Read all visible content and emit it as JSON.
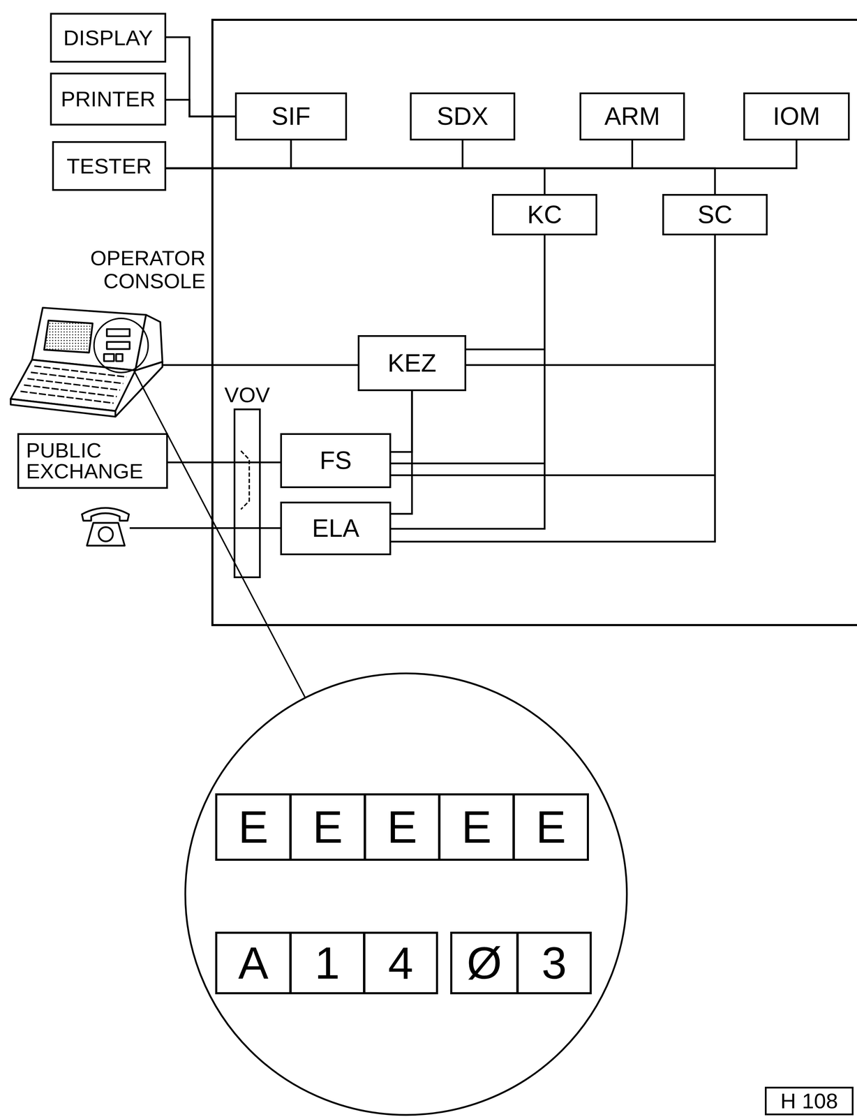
{
  "diagram": {
    "nodes": [
      {
        "text": [
          "DISPLAY"
        ]
      },
      {
        "text": [
          "PRINTER"
        ]
      },
      {
        "text": [
          "TESTER"
        ]
      },
      {
        "text": [
          "SIF"
        ]
      },
      {
        "text": [
          "SDX"
        ]
      },
      {
        "text": [
          "ARM"
        ]
      },
      {
        "text": [
          "IOM"
        ]
      },
      {
        "text": [
          "KC"
        ]
      },
      {
        "text": [
          "SC"
        ]
      },
      {
        "text": [
          "OPERATOR CONSOLE"
        ]
      },
      {
        "text": [
          "KEZ"
        ]
      },
      {
        "text": [
          "VOV"
        ]
      },
      {
        "text": [
          "PUBLIC EXCHANGE"
        ]
      },
      {
        "text": [
          "FS"
        ]
      },
      {
        "text": [
          "ELA"
        ]
      },
      {
        "text": [
          "E"
        ]
      },
      {
        "text": [
          "E"
        ]
      },
      {
        "text": [
          "E"
        ]
      },
      {
        "text": [
          "E"
        ]
      },
      {
        "text": [
          "E"
        ]
      },
      {
        "text": [
          "A"
        ]
      },
      {
        "text": [
          "1"
        ]
      },
      {
        "text": [
          "4"
        ]
      },
      {
        "text": [
          "Ø"
        ]
      },
      {
        "text": [
          "3"
        ]
      },
      {
        "text": [
          "H 108"
        ]
      }
    ],
    "edges": [
      {
        "from": 0,
        "to": 3,
        "arrow": "none"
      },
      {
        "from": 1,
        "to": 3,
        "arrow": "none"
      },
      {
        "from": 2,
        "to": 3,
        "arrow": "none"
      },
      {
        "from": 2,
        "to": 4,
        "arrow": "none"
      },
      {
        "from": 2,
        "to": 5,
        "arrow": "none"
      },
      {
        "from": 2,
        "to": 6,
        "arrow": "none"
      },
      {
        "from": 2,
        "to": 7,
        "arrow": "none"
      },
      {
        "from": 2,
        "to": 8,
        "arrow": "none"
      },
      {
        "from": 9,
        "to": 10,
        "arrow": "none"
      },
      {
        "from": 7,
        "to": 10,
        "arrow": "none"
      },
      {
        "from": 8,
        "to": 10,
        "arrow": "none"
      },
      {
        "from": 10,
        "to": 13,
        "arrow": "none"
      },
      {
        "from": 10,
        "to": 14,
        "arrow": "none"
      },
      {
        "from": 7,
        "to": 13,
        "arrow": "none"
      },
      {
        "from": 8,
        "to": 13,
        "arrow": "none"
      },
      {
        "from": 7,
        "to": 14,
        "arrow": "none"
      },
      {
        "from": 8,
        "to": 14,
        "arrow": "none"
      },
      {
        "from": 12,
        "to": 13,
        "arrow": "none"
      }
    ]
  }
}
